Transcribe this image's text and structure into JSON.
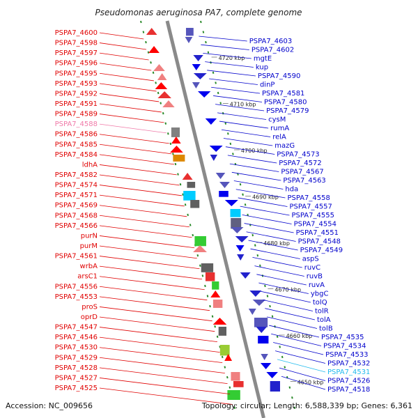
{
  "title": "Pseudomonas aeruginosa PA7, complete genome",
  "footer": {
    "accession": "Accession: NC_009656",
    "topology": "Topology: circular; Length: 6,588,339 bp; Genes: 6,361"
  },
  "colors": {
    "left": "#e00000",
    "right": "#0000cc",
    "highlight_left": "#f07aa8",
    "highlight_right": "#22bbee"
  },
  "ticks": [
    "4720 kbp",
    "4710 kbp",
    "4700 kbp",
    "4690 kbp",
    "4680 kbp",
    "4670 kbp",
    "4660 kbp",
    "4650 kbp"
  ],
  "left_labels": [
    {
      "text": "PSPA7_4600",
      "hl": false
    },
    {
      "text": "PSPA7_4598",
      "hl": false
    },
    {
      "text": "PSPA7_4597",
      "hl": false
    },
    {
      "text": "PSPA7_4596",
      "hl": false
    },
    {
      "text": "PSPA7_4595",
      "hl": false
    },
    {
      "text": "PSPA7_4593",
      "hl": false
    },
    {
      "text": "PSPA7_4592",
      "hl": false
    },
    {
      "text": "PSPA7_4591",
      "hl": false
    },
    {
      "text": "PSPA7_4589",
      "hl": false
    },
    {
      "text": "PSPA7_4588",
      "hl": true
    },
    {
      "text": "PSPA7_4586",
      "hl": false
    },
    {
      "text": "PSPA7_4585",
      "hl": false
    },
    {
      "text": "PSPA7_4584",
      "hl": false
    },
    {
      "text": "ldhA",
      "hl": false
    },
    {
      "text": "PSPA7_4582",
      "hl": false
    },
    {
      "text": "PSPA7_4574",
      "hl": false
    },
    {
      "text": "PSPA7_4571",
      "hl": false
    },
    {
      "text": "PSPA7_4569",
      "hl": false
    },
    {
      "text": "PSPA7_4568",
      "hl": false
    },
    {
      "text": "PSPA7_4566",
      "hl": false
    },
    {
      "text": "purN",
      "hl": false
    },
    {
      "text": "purM",
      "hl": false
    },
    {
      "text": "PSPA7_4561",
      "hl": false
    },
    {
      "text": "wrbA",
      "hl": false
    },
    {
      "text": "arsC1",
      "hl": false
    },
    {
      "text": "PSPA7_4556",
      "hl": false
    },
    {
      "text": "PSPA7_4553",
      "hl": false
    },
    {
      "text": "proS",
      "hl": false
    },
    {
      "text": "oprD",
      "hl": false
    },
    {
      "text": "PSPA7_4547",
      "hl": false
    },
    {
      "text": "PSPA7_4546",
      "hl": false
    },
    {
      "text": "PSPA7_4530",
      "hl": false
    },
    {
      "text": "PSPA7_4529",
      "hl": false
    },
    {
      "text": "PSPA7_4528",
      "hl": false
    },
    {
      "text": "PSPA7_4527",
      "hl": false
    },
    {
      "text": "PSPA7_4525",
      "hl": false
    }
  ],
  "right_labels": [
    {
      "text": "PSPA7_4603",
      "hl": false
    },
    {
      "text": "PSPA7_4602",
      "hl": false
    },
    {
      "text": "mgtE",
      "hl": false
    },
    {
      "text": "kup",
      "hl": false
    },
    {
      "text": "PSPA7_4590",
      "hl": false
    },
    {
      "text": "dinP",
      "hl": false
    },
    {
      "text": "PSPA7_4581",
      "hl": false
    },
    {
      "text": "PSPA7_4580",
      "hl": false
    },
    {
      "text": "PSPA7_4579",
      "hl": false
    },
    {
      "text": "cysM",
      "hl": false
    },
    {
      "text": "rumA",
      "hl": false
    },
    {
      "text": "relA",
      "hl": false
    },
    {
      "text": "mazG",
      "hl": false
    },
    {
      "text": "PSPA7_4573",
      "hl": false
    },
    {
      "text": "PSPA7_4572",
      "hl": false
    },
    {
      "text": "PSPA7_4567",
      "hl": false
    },
    {
      "text": "PSPA7_4563",
      "hl": false
    },
    {
      "text": "hda",
      "hl": false
    },
    {
      "text": "PSPA7_4558",
      "hl": false
    },
    {
      "text": "PSPA7_4557",
      "hl": false
    },
    {
      "text": "PSPA7_4555",
      "hl": false
    },
    {
      "text": "PSPA7_4554",
      "hl": false
    },
    {
      "text": "PSPA7_4551",
      "hl": false
    },
    {
      "text": "PSPA7_4548",
      "hl": false
    },
    {
      "text": "PSPA7_4549",
      "hl": false
    },
    {
      "text": "aspS",
      "hl": false
    },
    {
      "text": "ruvC",
      "hl": false
    },
    {
      "text": "ruvB",
      "hl": false
    },
    {
      "text": "ruvA",
      "hl": false
    },
    {
      "text": "ybgC",
      "hl": false
    },
    {
      "text": "tolQ",
      "hl": false
    },
    {
      "text": "tolR",
      "hl": false
    },
    {
      "text": "tolA",
      "hl": false
    },
    {
      "text": "tolB",
      "hl": false
    },
    {
      "text": "PSPA7_4535",
      "hl": false
    },
    {
      "text": "PSPA7_4534",
      "hl": false
    },
    {
      "text": "PSPA7_4533",
      "hl": false
    },
    {
      "text": "PSPA7_4532",
      "hl": false
    },
    {
      "text": "PSPA7_4531",
      "hl": true
    },
    {
      "text": "PSPA7_4526",
      "hl": false
    },
    {
      "text": "PSPA7_4518",
      "hl": false
    }
  ]
}
